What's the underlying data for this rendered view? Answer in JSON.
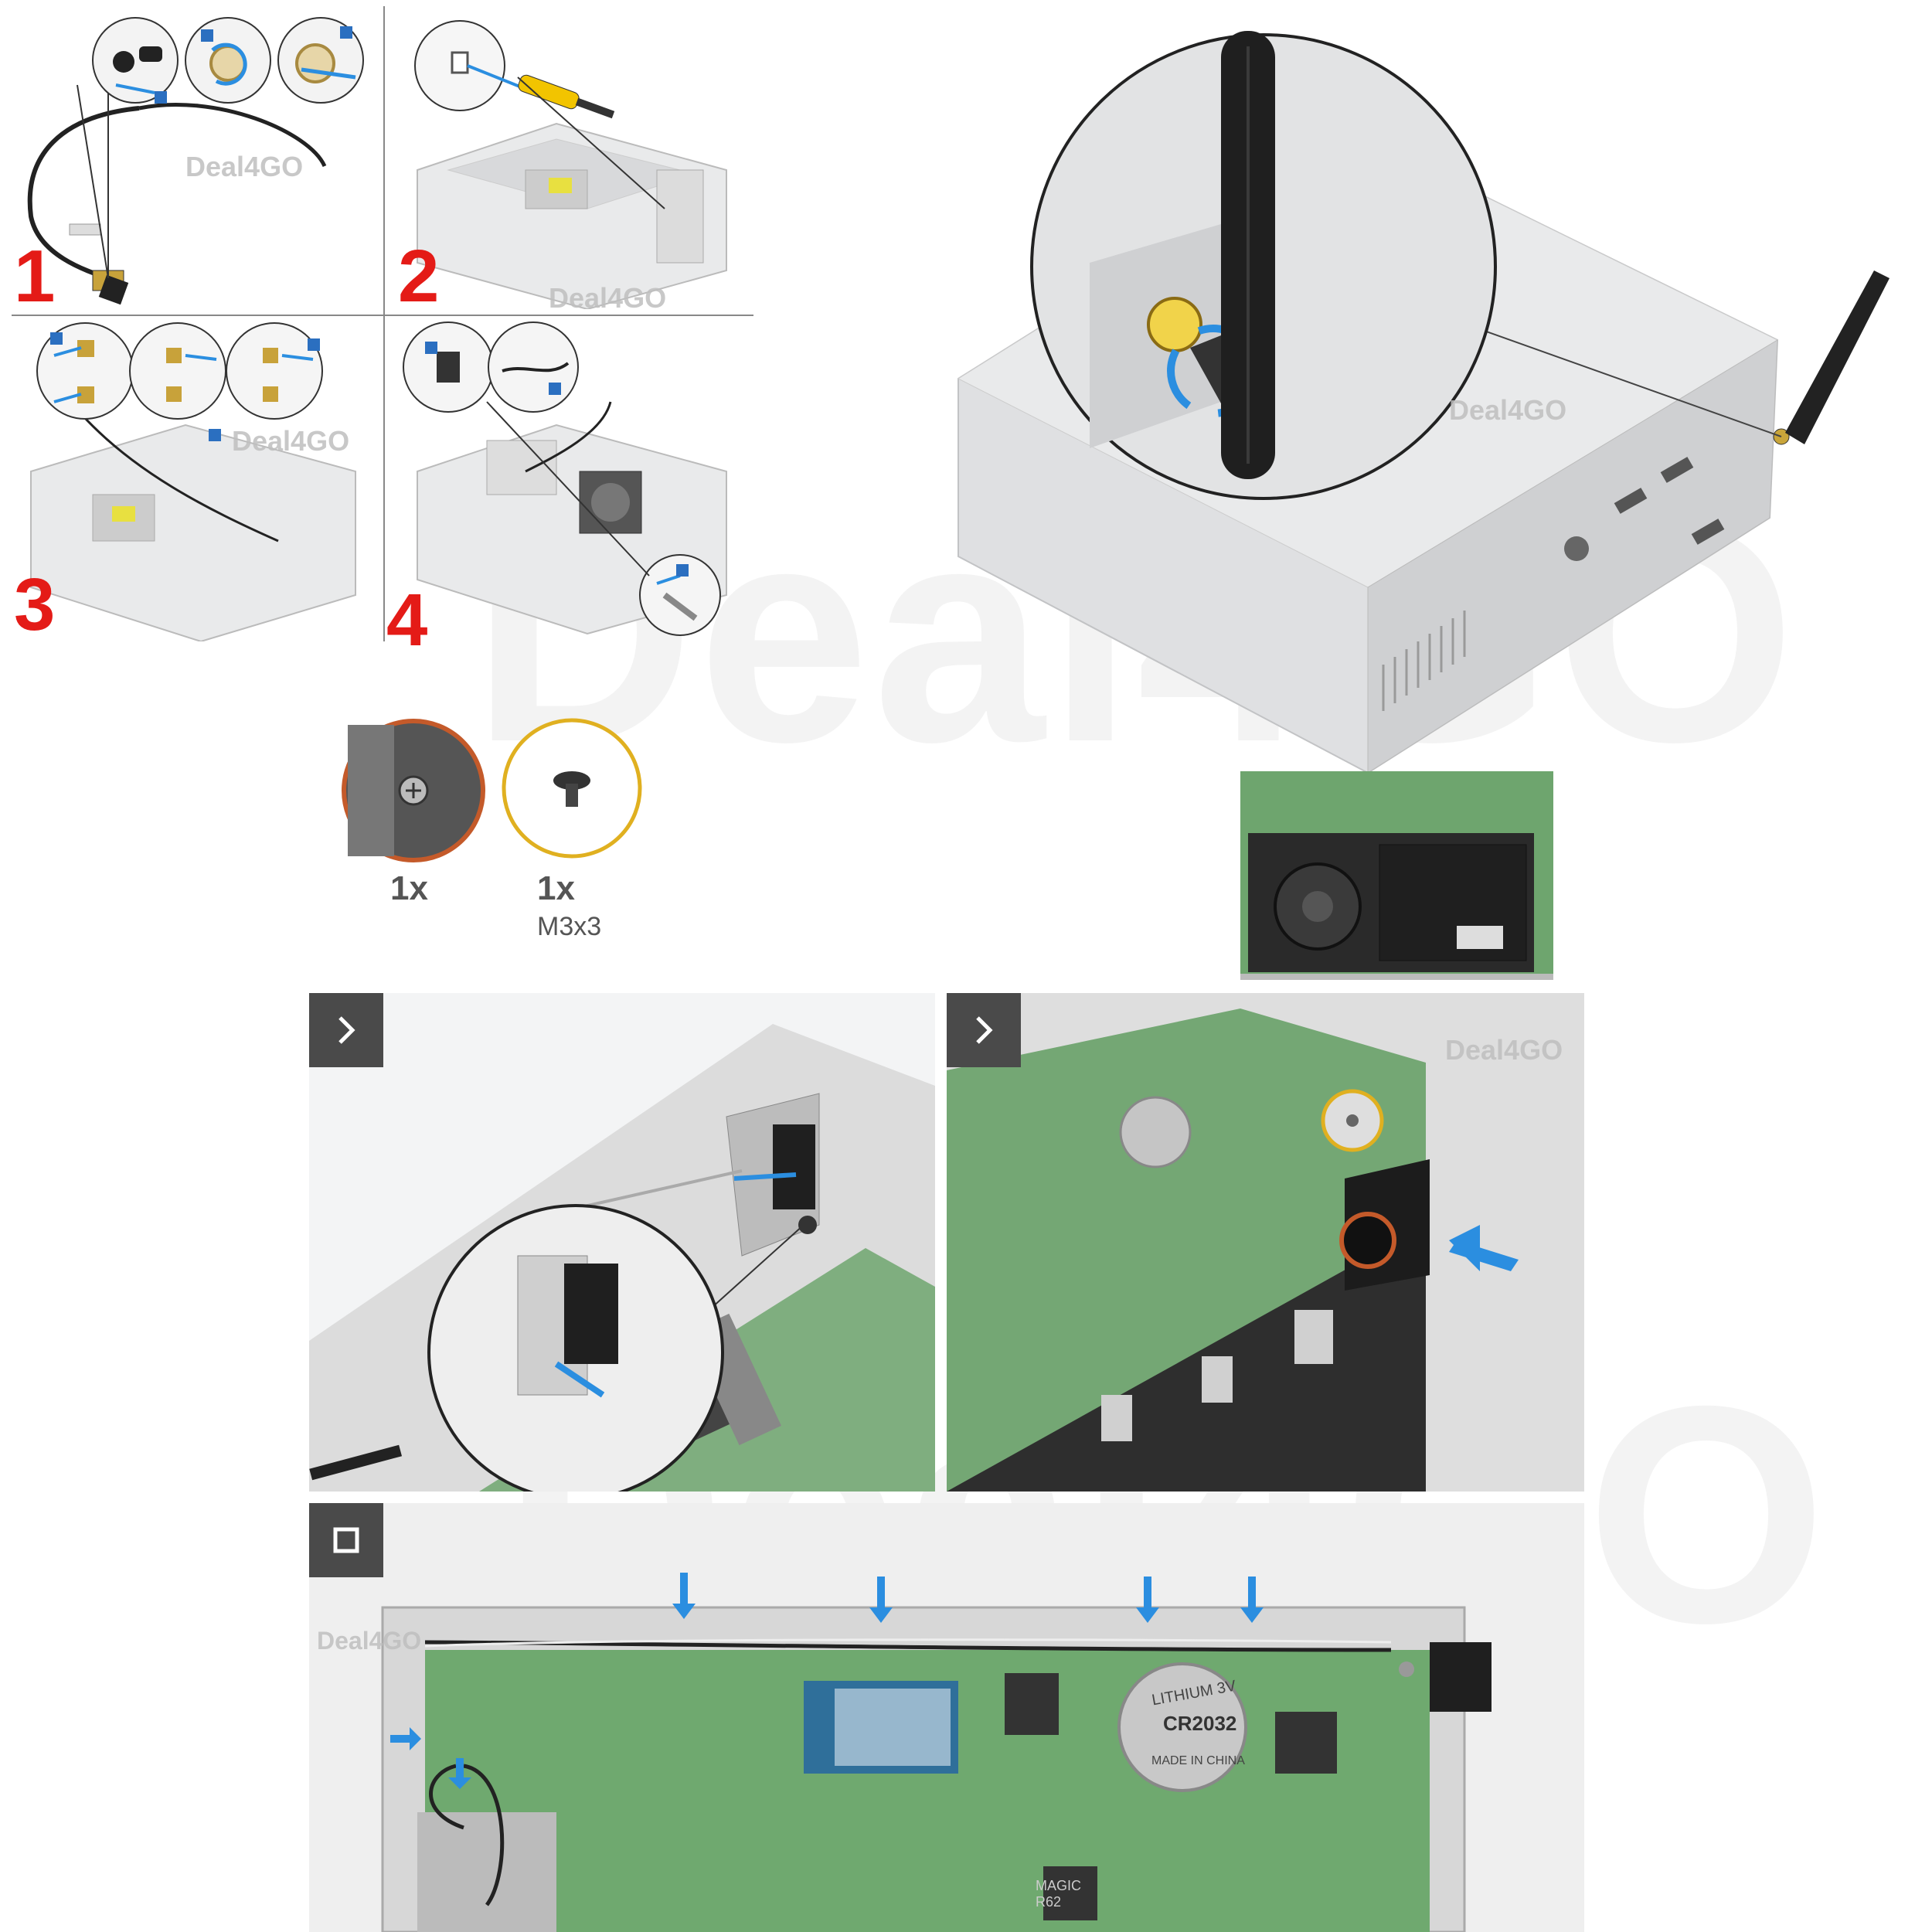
{
  "steps": [
    {
      "number": "1"
    },
    {
      "number": "2"
    },
    {
      "number": "3"
    },
    {
      "number": "4"
    }
  ],
  "callouts": [
    "1",
    "2",
    "3"
  ],
  "watermark": {
    "small": "Deal4GO",
    "big": "Deal4GO"
  },
  "screws": [
    {
      "quantity": "1x",
      "size": ""
    },
    {
      "quantity": "1x",
      "size": "M3x3"
    }
  ],
  "battery": {
    "text": "LITHIUM 3V",
    "model": "CR2032",
    "origin": "MADE IN CHINA"
  },
  "chip_label": "MAGIC R62",
  "colors": {
    "step_red": "#e41b17",
    "arrow_blue": "#2b8ee0",
    "screw_ring_orange": "#c45a2a",
    "screw_ring_yellow": "#e0b020",
    "nav_dark": "#4a4a4a",
    "board_green": "#5e9e5e"
  },
  "icons": [
    "chevron-right-icon",
    "chevron-right-icon",
    "stop-square-icon"
  ]
}
